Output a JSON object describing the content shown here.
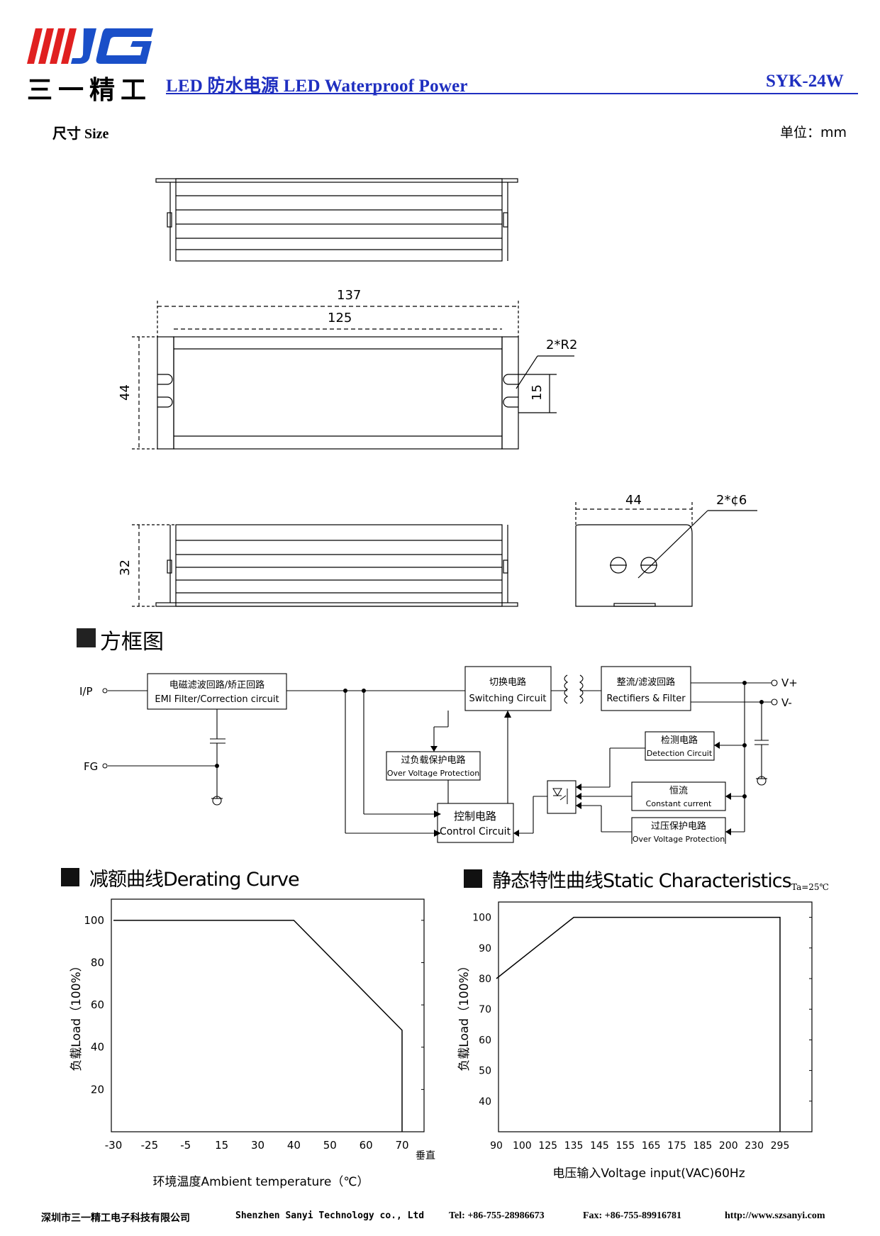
{
  "header": {
    "logo_cn": "三一精工",
    "logo_mark": "WJG",
    "title": "LED 防水电源  LED Waterproof Power",
    "model": "SYK-24W"
  },
  "size_section": {
    "label": "尺寸 Size",
    "unit": "单位：mm",
    "dims": {
      "overall_length": "137",
      "hole_spacing": "125",
      "width": "44",
      "slot_radius": "2*R2",
      "slot_height": "15",
      "height": "32",
      "end_width": "44",
      "cable_holes": "2*¢6"
    }
  },
  "block_section": {
    "label": "方框图",
    "io": {
      "input": "I/P",
      "ground": "FG",
      "v_plus": "V+",
      "v_minus": "V-"
    },
    "blocks": {
      "emi_cn": "电磁滤波回路/矫正回路",
      "emi_en": "EMI Filter/Correction circuit",
      "switch_cn": "切换电路",
      "switch_en": "Switching Circuit",
      "rect_cn": "整流/滤波回路",
      "rect_en": "Rectifiers & Filter",
      "olp_cn": "过负载保护电路",
      "olp_en": "Over Voltage Protection",
      "detect_cn": "检测电路",
      "detect_en": "Detection Circuit",
      "cc_cn": "恒流",
      "cc_en": "Constant current",
      "ovp_cn": "过压保护电路",
      "ovp_en": "Over Voltage Protection",
      "ctrl_cn": "控制电路",
      "ctrl_en": "Control Circuit"
    }
  },
  "derating": {
    "section_title": "减额曲线Derating Curve",
    "ylabel": "负载Load（100%）",
    "xlabel": "环境温度Ambient temperature（℃）",
    "x_extra": "垂直",
    "x_ticks": [
      "-30",
      "-25",
      "-5",
      "15",
      "30",
      "40",
      "50",
      "60",
      "70"
    ],
    "y_ticks": [
      "20",
      "40",
      "60",
      "80",
      "100"
    ]
  },
  "static_char": {
    "section_title": "静态特性曲线Static Characteristics",
    "note": "Ta=25℃",
    "ylabel": "负载Load（100%）",
    "xlabel": "电压输入Voltage input(VAC)60Hz",
    "x_ticks": [
      "90",
      "100",
      "125",
      "135",
      "145",
      "155",
      "165",
      "175",
      "185",
      "200",
      "230",
      "295"
    ],
    "y_ticks": [
      "40",
      "50",
      "60",
      "70",
      "80",
      "90",
      "100"
    ]
  },
  "chart_data": [
    {
      "type": "line",
      "title": "减额曲线Derating Curve",
      "xlabel": "环境温度Ambient temperature（℃）",
      "ylabel": "负载Load（100%）",
      "x_categories": [
        "-30",
        "-25",
        "-5",
        "15",
        "30",
        "40",
        "50",
        "60",
        "70"
      ],
      "series": [
        {
          "x": [
            "-30",
            "40",
            "70",
            "70"
          ],
          "y": [
            100,
            100,
            48,
            0
          ]
        }
      ],
      "ylim": [
        0,
        110
      ]
    },
    {
      "type": "line",
      "title": "静态特性曲线Static Characteristics",
      "xlabel": "电压输入Voltage input(VAC)60Hz",
      "ylabel": "负载Load（100%）",
      "x_categories": [
        "90",
        "100",
        "125",
        "135",
        "145",
        "155",
        "165",
        "175",
        "185",
        "200",
        "230",
        "295"
      ],
      "series": [
        {
          "x": [
            "90",
            "135",
            "295",
            "295"
          ],
          "y": [
            80,
            100,
            100,
            30
          ]
        }
      ],
      "ylim": [
        30,
        105
      ]
    }
  ],
  "footer": {
    "company_cn": "深圳市三一精工电子科技有限公司",
    "company_en": "Shenzhen Sanyi Technology co., Ltd",
    "tel": "Tel: +86-755-28986673",
    "fax": "Fax: +86-755-89916781",
    "url": "http://www.szsanyi.com"
  }
}
